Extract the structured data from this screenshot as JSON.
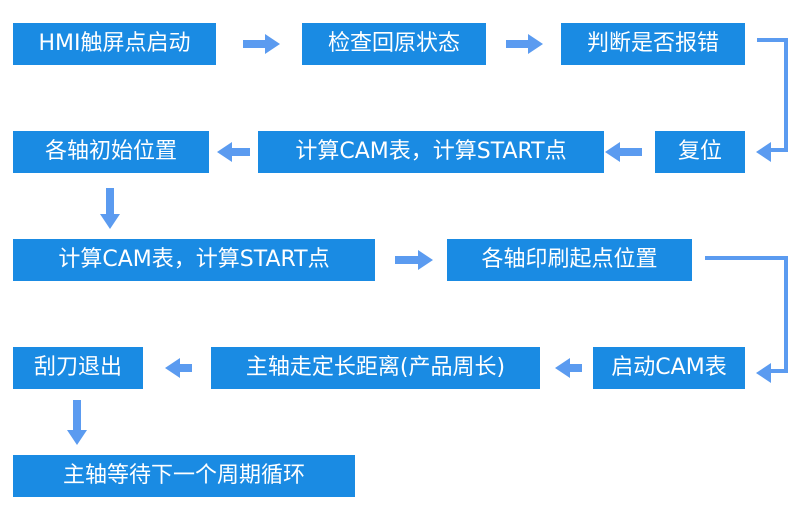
{
  "flow": {
    "nodes": [
      {
        "id": "hmi-start",
        "label": "HMI触屏点启动"
      },
      {
        "id": "check-home",
        "label": "检查回原状态"
      },
      {
        "id": "check-error",
        "label": "判断是否报错"
      },
      {
        "id": "reset",
        "label": "复位"
      },
      {
        "id": "calc-cam-1",
        "label": "计算CAM表，计算START点"
      },
      {
        "id": "axis-initial",
        "label": "各轴初始位置"
      },
      {
        "id": "calc-cam-2",
        "label": "计算CAM表，计算START点"
      },
      {
        "id": "axis-print-start",
        "label": "各轴印刷起点位置"
      },
      {
        "id": "start-cam",
        "label": "启动CAM表"
      },
      {
        "id": "main-axis-distance",
        "label": "主轴走定长距离(产品周长)"
      },
      {
        "id": "blade-exit",
        "label": "刮刀退出"
      },
      {
        "id": "wait-next-cycle",
        "label": "主轴等待下一个周期循环"
      }
    ],
    "colors": {
      "node_fill": "#1a8be3",
      "node_text": "#ffffff",
      "arrow": "#5b9bf0"
    }
  }
}
